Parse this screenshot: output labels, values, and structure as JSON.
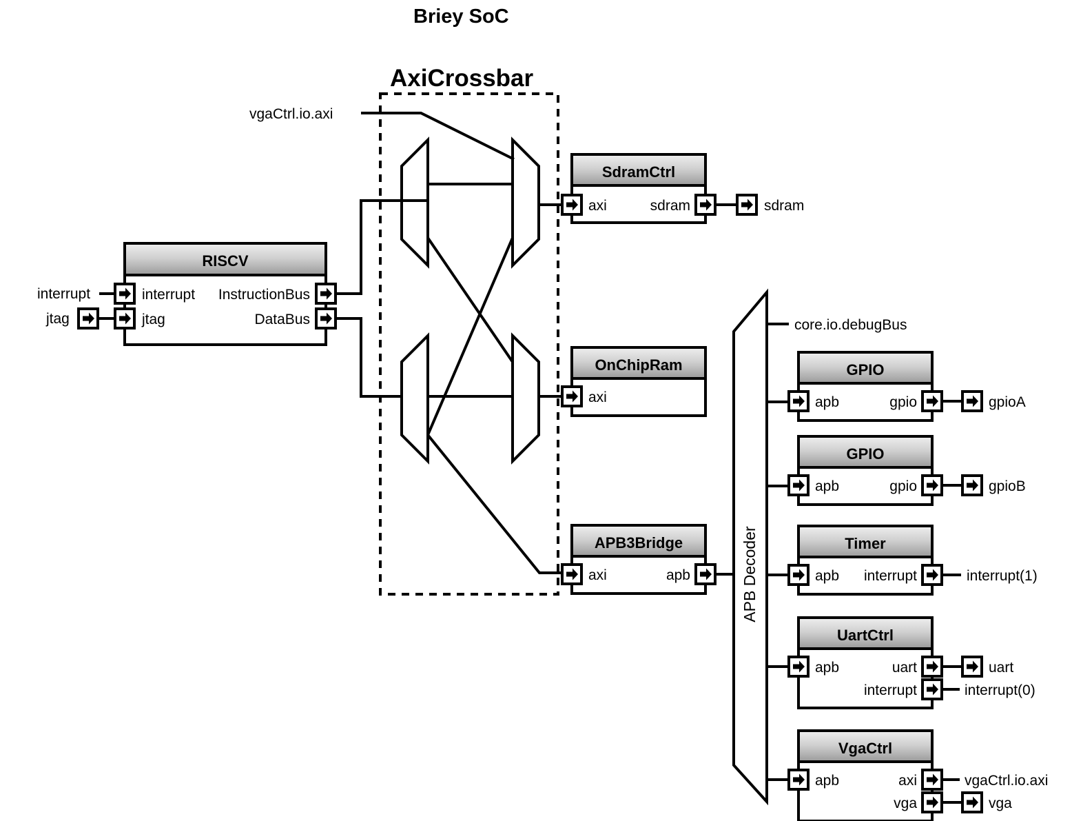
{
  "diagram": {
    "title": "Briey SoC",
    "crossbar_title": "AxiCrossbar",
    "decoder_label": "APB Decoder",
    "colors": {
      "header_gradient_top": "#e9e9e9",
      "header_gradient_bottom": "#9a9a9a",
      "body": "#ffffff",
      "stroke": "#000000",
      "background": "#ffffff"
    }
  },
  "external_signals": {
    "interrupt_in": "interrupt",
    "jtag_in": "jtag",
    "vga_ctrl_axi_top": "vgaCtrl.io.axi",
    "core_debug_bus": "core.io.debugBus",
    "sdram_out": "sdram",
    "gpioA_out": "gpioA",
    "gpioB_out": "gpioB",
    "timer_interrupt_out": "interrupt(1)",
    "uart_out": "uart",
    "uart_interrupt_out": "interrupt(0)",
    "vga_axi_out": "vgaCtrl.io.axi",
    "vga_out": "vga"
  },
  "blocks": {
    "riscv": {
      "title": "RISCV",
      "inputs": [
        "interrupt",
        "jtag"
      ],
      "outputs": [
        "InstructionBus",
        "DataBus"
      ]
    },
    "sdramctrl": {
      "title": "SdramCtrl",
      "inputs": [
        "axi"
      ],
      "outputs": [
        "sdram"
      ]
    },
    "onchipram": {
      "title": "OnChipRam",
      "inputs": [
        "axi"
      ],
      "outputs": []
    },
    "apb3bridge": {
      "title": "APB3Bridge",
      "inputs": [
        "axi"
      ],
      "outputs": [
        "apb"
      ]
    },
    "gpio_a": {
      "title": "GPIO",
      "inputs": [
        "apb"
      ],
      "outputs": [
        "gpio"
      ]
    },
    "gpio_b": {
      "title": "GPIO",
      "inputs": [
        "apb"
      ],
      "outputs": [
        "gpio"
      ]
    },
    "timer": {
      "title": "Timer",
      "inputs": [
        "apb"
      ],
      "outputs": [
        "interrupt"
      ]
    },
    "uartctrl": {
      "title": "UartCtrl",
      "inputs": [
        "apb"
      ],
      "outputs": [
        "uart",
        "interrupt"
      ]
    },
    "vgactrl": {
      "title": "VgaCtrl",
      "inputs": [
        "apb"
      ],
      "outputs": [
        "axi",
        "vga"
      ]
    }
  }
}
